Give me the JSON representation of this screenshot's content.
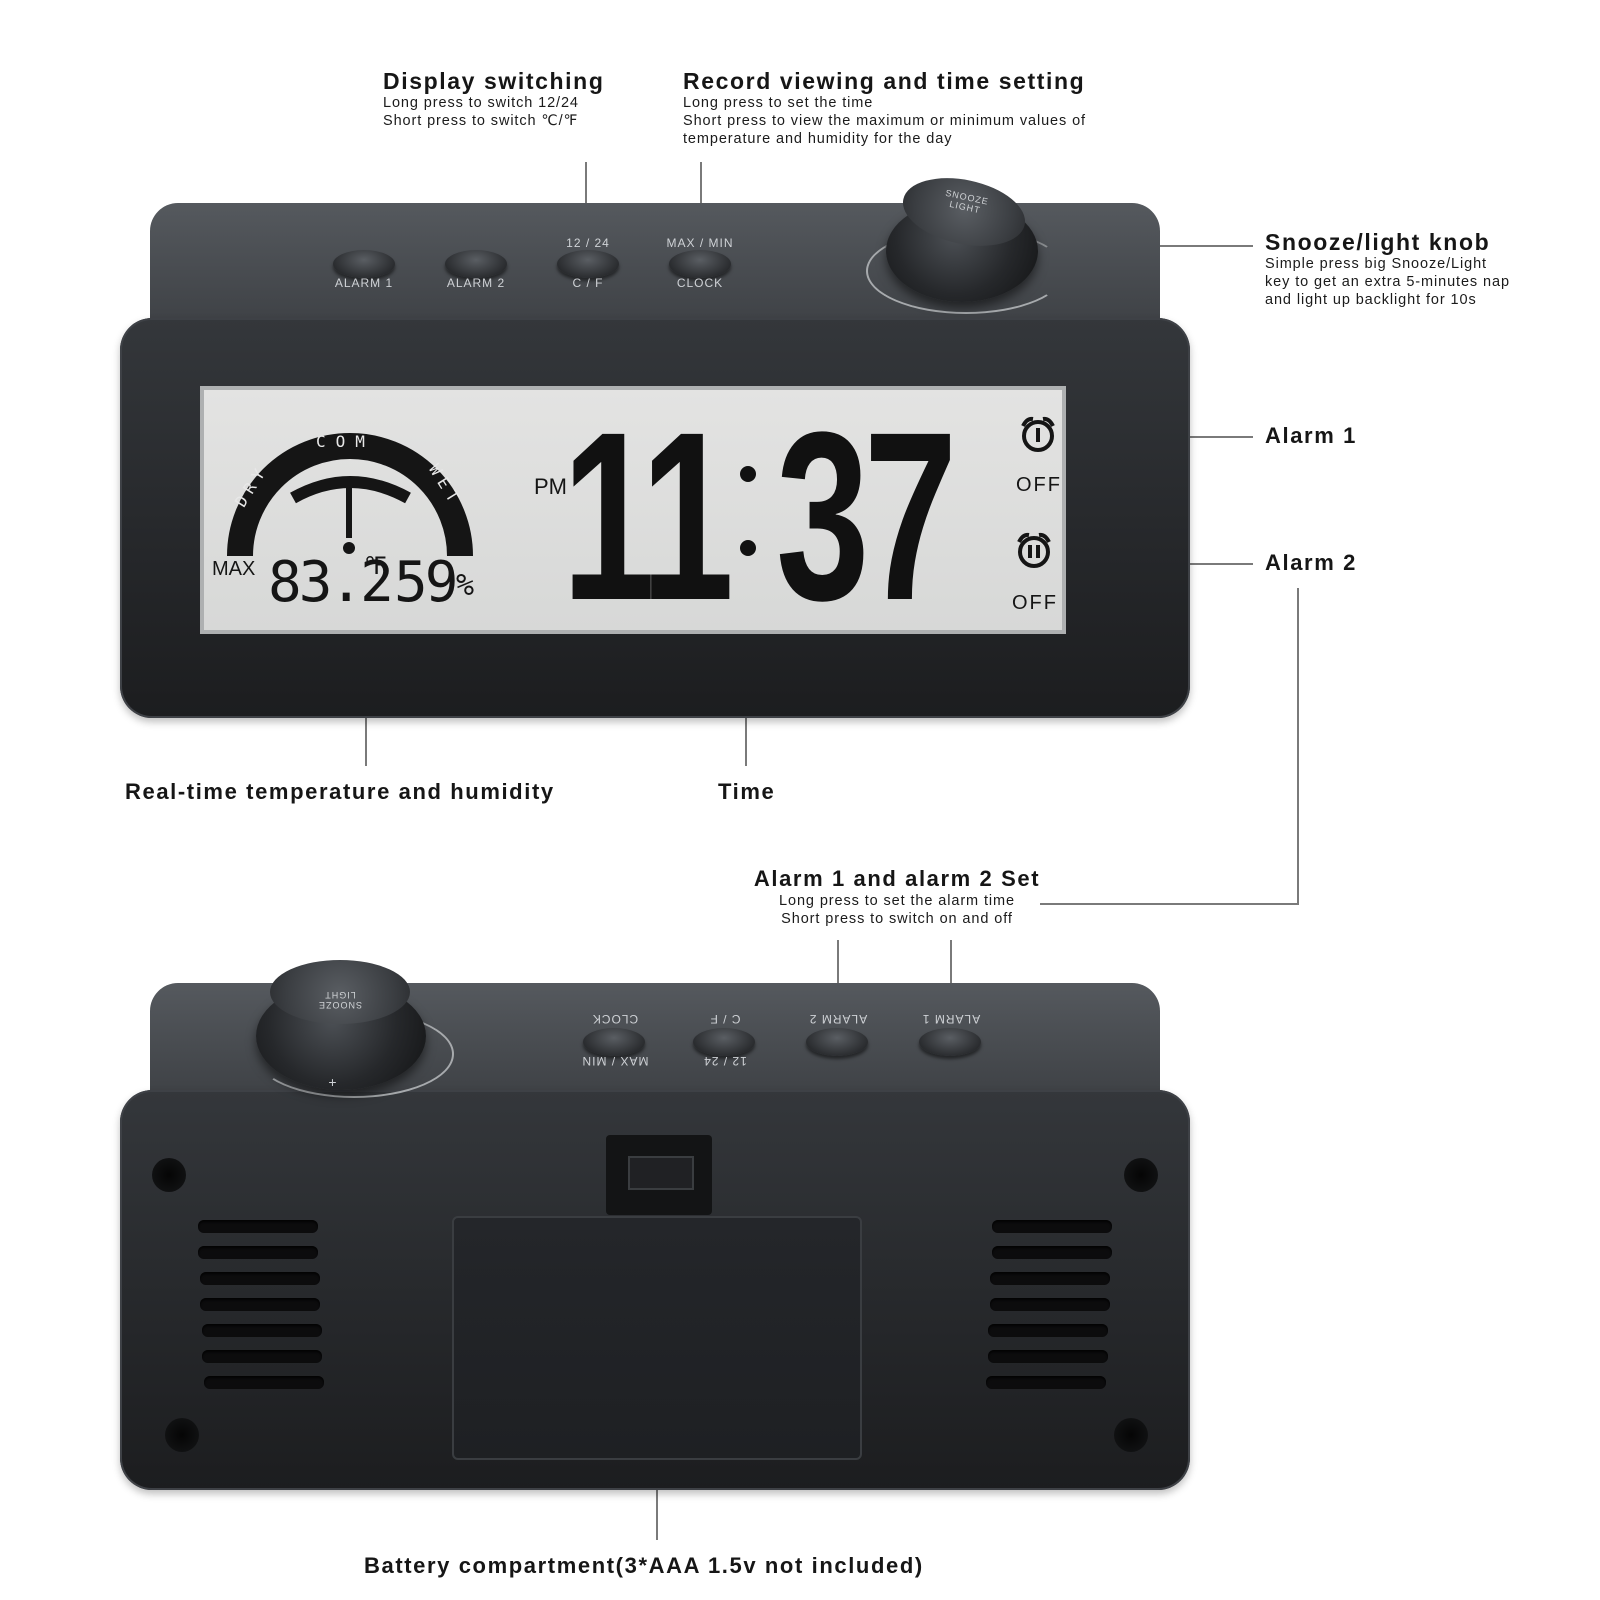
{
  "callouts": {
    "display_switching": {
      "title": "Display switching",
      "lines": [
        "Long press to switch 12/24",
        "Short press to switch ℃/℉"
      ]
    },
    "record_viewing": {
      "title": "Record viewing and time setting",
      "lines": [
        "Long press to set the time",
        "Short press to view the maximum or minimum values of",
        "temperature and humidity for the day"
      ]
    },
    "snooze_knob": {
      "title": "Snooze/light knob",
      "lines": [
        "Simple press big Snooze/Light",
        "key to get an extra 5-minutes nap",
        "and light up backlight for 10s"
      ]
    },
    "alarm1": "Alarm 1",
    "alarm2": "Alarm 2",
    "realtime": "Real-time temperature and humidity",
    "time": "Time",
    "alarm_set": {
      "title": "Alarm 1 and alarm 2 Set",
      "lines": [
        "Long press to set the alarm time",
        "Short press to switch on and off"
      ]
    },
    "battery": "Battery compartment(3*AAA 1.5v not included)"
  },
  "front_buttons": {
    "alarm1": "ALARM 1",
    "alarm2": "ALARM 2",
    "b3_top": "12 / 24",
    "b3_bottom": "C / F",
    "b4_top": "MAX / MIN",
    "b4_bottom": "CLOCK",
    "knob_top": "SNOOZE",
    "knob_bottom": "LIGHT"
  },
  "lcd": {
    "comfort_left": "DRY",
    "comfort_mid": "COM",
    "comfort_right": "WET",
    "max_label": "MAX",
    "temperature": "83.2",
    "temp_unit": "℉",
    "humidity": "59",
    "humidity_unit": "%",
    "am_pm": "PM",
    "hour": "11",
    "minute": "37",
    "alarm1_state": "OFF",
    "alarm2_state": "OFF"
  },
  "back_buttons": {
    "clock": "CLOCK",
    "maxmin": "MAX / MIN",
    "cf": "C / F",
    "h1224": "12 / 24",
    "alarm2": "ALARM 2",
    "alarm1": "ALARM 1",
    "knob_top": "SNOOZE",
    "knob_bottom": "LIGHT",
    "plus": "+"
  }
}
